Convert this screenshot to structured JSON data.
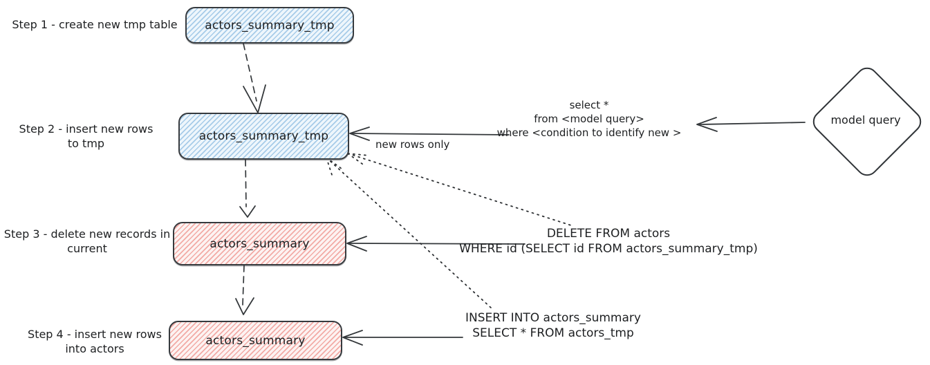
{
  "steps": [
    {
      "label": [
        "Step 1 - create new tmp table"
      ],
      "node": "actors_summary_tmp",
      "node_type": "tmp"
    },
    {
      "label": [
        "Step 2 - insert new rows",
        "to tmp"
      ],
      "node": "actors_summary_tmp",
      "node_type": "tmp"
    },
    {
      "label": [
        "Step 3 - delete new records in",
        "current"
      ],
      "node": "actors_summary",
      "node_type": "current"
    },
    {
      "label": [
        "Step 4 - insert new rows",
        "into actors"
      ],
      "node": "actors_summary",
      "node_type": "current"
    }
  ],
  "model_query": {
    "diamond_label": "model query",
    "sql": [
      "select *",
      "from <model query>",
      "where <condition to identify new >"
    ]
  },
  "sql_annotations": {
    "delete": [
      "DELETE FROM actors",
      "WHERE id (SELECT id FROM actors_summary_tmp)"
    ],
    "insert": [
      "INSERT INTO actors_summary",
      "SELECT * FROM actors_tmp"
    ]
  },
  "connectors": [
    {
      "from": "step1-node",
      "to": "step2-node",
      "style": "dashed-arrow"
    },
    {
      "from": "step2-node",
      "to": "step3-node",
      "style": "dashed-arrow"
    },
    {
      "from": "step3-node",
      "to": "step4-node",
      "style": "dashed-arrow"
    },
    {
      "from": "model-query-sql",
      "to": "step2-node",
      "style": "solid-arrow",
      "label": "new rows only"
    },
    {
      "from": "model-query-diamond",
      "to": "model-query-sql",
      "style": "solid-arrow"
    },
    {
      "from": "delete-sql",
      "to": "step3-node",
      "style": "solid-arrow"
    },
    {
      "from": "insert-sql",
      "to": "step4-node",
      "style": "solid-arrow"
    },
    {
      "from": "delete-sql",
      "to": "step2-node",
      "style": "dotted-arrow"
    },
    {
      "from": "insert-sql",
      "to": "step2-node",
      "style": "dotted-arrow"
    }
  ],
  "colors": {
    "tmp_node_hatch": "#a6cbe8",
    "current_node_hatch": "#f2aaa5",
    "stroke": "#33373a",
    "background": "#ffffff"
  }
}
